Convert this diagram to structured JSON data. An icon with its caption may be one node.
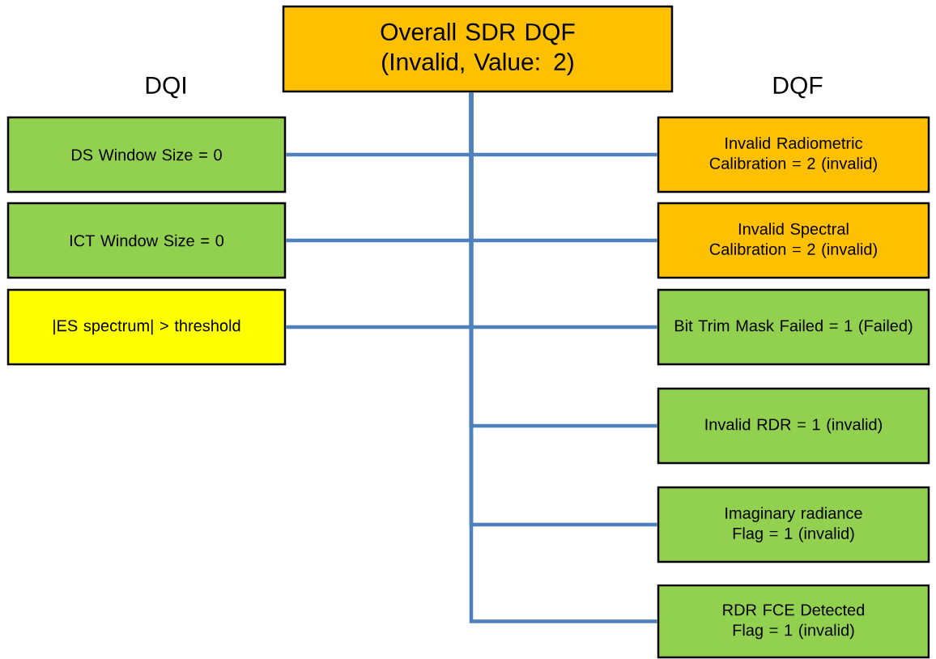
{
  "diagram": {
    "nodes": [
      {
        "text": [
          "Overall SDR DQF (Invalid, Value: 2)"
        ]
      },
      {
        "text": [
          "DS Window Size = 0"
        ]
      },
      {
        "text": [
          "ICT Window Size = 0"
        ]
      },
      {
        "text": [
          "|ES spectrum| > threshold"
        ]
      },
      {
        "text": [
          "Invalid Radiometric Calibration = 2 (invalid)"
        ]
      },
      {
        "text": [
          "Invalid Spectral Calibration = 2  (invalid)"
        ]
      },
      {
        "text": [
          "Bit Trim Mask Failed = 1 (Failed)"
        ]
      },
      {
        "text": [
          "Invalid RDR = 1 (invalid)"
        ]
      },
      {
        "text": [
          "Imaginary radiance Flag = 1 (invalid)"
        ]
      },
      {
        "text": [
          "RDR FCE Detected Flag = 1 (invalid)"
        ]
      }
    ],
    "edges": [
      {
        "from": 0,
        "to": 1,
        "arrow": "none"
      },
      {
        "from": 0,
        "to": 2,
        "arrow": "none"
      },
      {
        "from": 0,
        "to": 3,
        "arrow": "none"
      },
      {
        "from": 0,
        "to": 4,
        "arrow": "none"
      },
      {
        "from": 0,
        "to": 5,
        "arrow": "none"
      },
      {
        "from": 0,
        "to": 6,
        "arrow": "none"
      },
      {
        "from": 0,
        "to": 7,
        "arrow": "none"
      },
      {
        "from": 0,
        "to": 8,
        "arrow": "none"
      },
      {
        "from": 0,
        "to": 9,
        "arrow": "none"
      }
    ],
    "labels": [
      "DQI",
      "DQF"
    ]
  }
}
